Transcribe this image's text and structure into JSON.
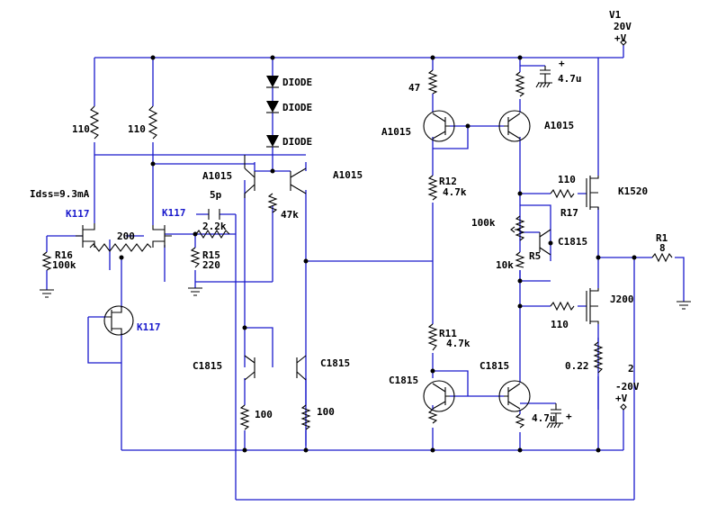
{
  "labels": {
    "v1": "V1",
    "v1_volt": "20V",
    "v1_plus": "+V",
    "v2": "2",
    "v2_volt": "-20V",
    "v2_plus": "+V",
    "diode_1": "DIODE",
    "diode_2": "DIODE",
    "diode_3": "DIODE",
    "r_110_a": "110",
    "r_110_b": "110",
    "idss": "Idss=9.3mA",
    "k117_a": "K117",
    "k117_b": "K117",
    "k117_c": "K117",
    "r_200": "200",
    "r16": "R16",
    "r16_val": "100k",
    "cap_5p": "5p",
    "r_2_2k": "2.2k",
    "r15": "R15",
    "r15_val": "220",
    "a1015_a": "A1015",
    "a1015_b": "A1015",
    "a1015_c": "A1015",
    "a1015_d": "A1015",
    "r_47k": "47k",
    "c1815_a": "C1815",
    "c1815_b": "C1815",
    "c1815_c": "C1815",
    "c1815_d": "C1815",
    "c1815_e": "C1815",
    "r_100_a": "100",
    "r_100_b": "100",
    "r_47": "47",
    "r12": "R12",
    "r12_val": "4.7k",
    "r11": "R11",
    "r11_val": "4.7k",
    "cap_47u_a": "4.7u",
    "cap_47u_b": "4.7u",
    "plus_a": "+",
    "plus_b": "+",
    "r_110_c": "110",
    "r17": "R17",
    "k1520": "K1520",
    "r_100k": "100k",
    "r5": "R5",
    "r_10k": "10k",
    "r_110_d": "110",
    "j200": "J200",
    "r_0_22": "0.22",
    "r1": "R1",
    "r1_val": "8"
  },
  "colors": {
    "wire": "#1a1acc",
    "component": "#000000",
    "part_label": "#1a1acc"
  }
}
